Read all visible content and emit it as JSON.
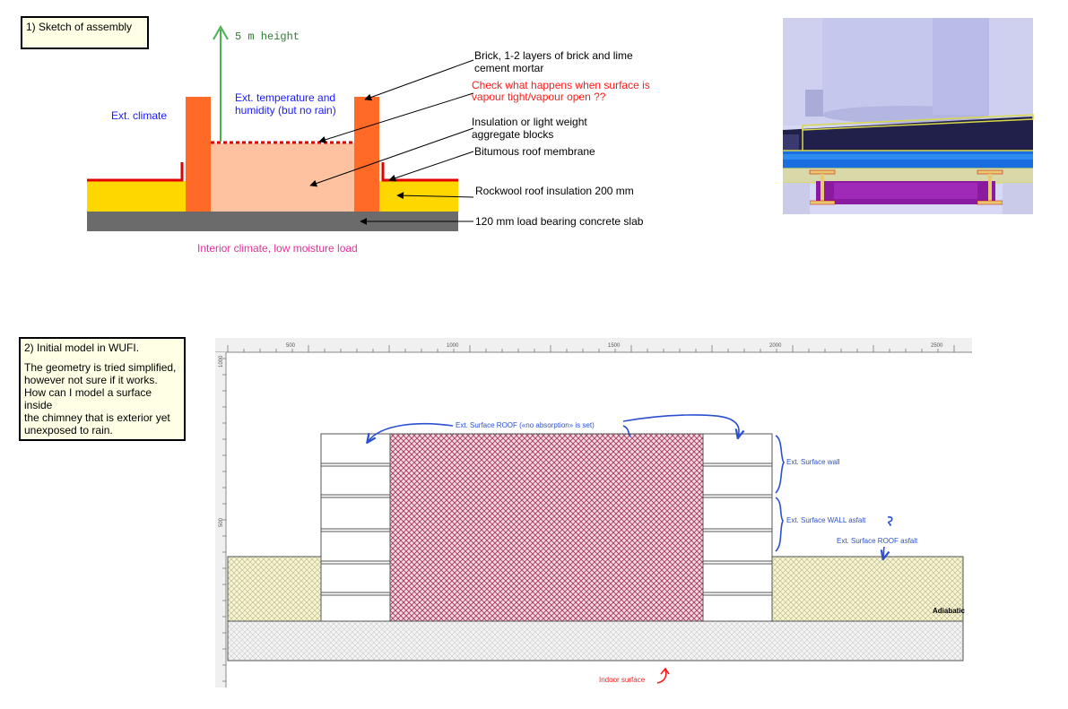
{
  "section1": {
    "title": "1) Sketch of assembly",
    "height_label": "5 m height",
    "ext_climate": "Ext. climate",
    "ext_temp_line1": "Ext. temperature and",
    "ext_temp_line2": "humidity (but no rain)",
    "interior_climate": "Interior climate, low moisture load",
    "labels": {
      "brick_line1": "Brick, 1-2 layers of brick and lime",
      "brick_line2": "cement mortar",
      "check_line1": "Check what happens when surface is",
      "check_line2": "vapour tight/vapour open ??",
      "insulation_line1": "Insulation or light weight",
      "insulation_line2": "aggregate blocks",
      "membrane": "Bitumous roof membrane",
      "rockwool": "Rockwool roof insulation 200 mm",
      "slab": "120 mm load bearing concrete slab"
    }
  },
  "section2": {
    "title": "2) Initial model in WUFI.",
    "desc_line1": "The geometry is tried simplified,",
    "desc_line2": "however not sure if it works.",
    "desc_line3": "How can I model a surface inside",
    "desc_line4": "the chimney that is exterior yet",
    "desc_line5": "unexposed to rain.",
    "ruler_top": [
      "500",
      "1000",
      "1500",
      "2000",
      "2500"
    ],
    "ruler_left": [
      "1000",
      "500"
    ],
    "annotations": {
      "roof_ext": "Ext. Surface ROOF («no absorption» is set)",
      "wall_ext": "Ext. Surface wall",
      "wall_asfalt": "Ext. Surface WALL asfalt",
      "roof_asfalt": "Ext. Surface ROOF asfalt",
      "adiabatic": "Adiabatic",
      "indoor": "Indoor surface"
    }
  },
  "colors": {
    "brick": "#ff6a26",
    "infill": "#ffc2a0",
    "rockwool": "#ffd700",
    "membrane": "#e00000",
    "slab": "#6b6b6b",
    "arrow_green": "#4caf50",
    "text_blue": "#1a1aff",
    "text_red": "#ff1a1a",
    "text_magenta": "#e0309a",
    "annot_blue": "#2a50d0"
  }
}
